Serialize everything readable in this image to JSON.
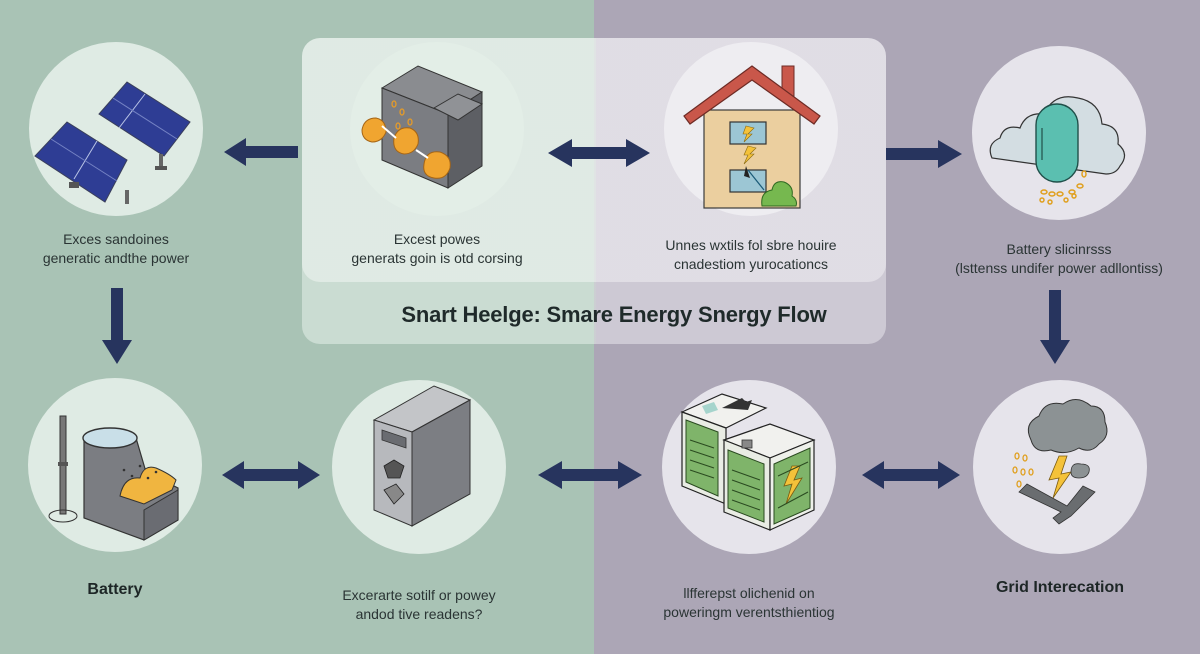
{
  "title": "Snart Heelge: Smare Energy Snergy Flow",
  "colors": {
    "bg_left": "#a9c3b5",
    "bg_right": "#aca6b6",
    "arrow": "#27345e",
    "accent_orange": "#f0a530",
    "accent_teal": "#5bbfb0",
    "accent_green": "#7fb46a",
    "roof_red": "#c9574a",
    "bolt_yellow": "#f4c23a"
  },
  "nodes": [
    {
      "id": "solar",
      "icon": "solar-panel-icon",
      "label_lines": [
        "Exces sandoines",
        "generatic andthe power"
      ]
    },
    {
      "id": "inverter",
      "icon": "inverter-icon",
      "label_lines": [
        "Excest powes",
        "generats goin is otd corsing"
      ]
    },
    {
      "id": "house",
      "icon": "house-icon",
      "label_lines": [
        "Unnes wxtils fol sbre houire",
        "cnadestiom yurocationcs"
      ]
    },
    {
      "id": "battery-cloud",
      "icon": "cloud-battery-icon",
      "label_lines": [
        "Battery slicinrsss",
        "(lsttenss undifer power adllontiss)"
      ]
    },
    {
      "id": "battery",
      "icon": "battery-icon",
      "label_lines": [
        "Battery"
      ]
    },
    {
      "id": "storage-unit",
      "icon": "storage-cabinet-icon",
      "label_lines": [
        "Excerarte sotilf or powey",
        "andod tive readens?"
      ]
    },
    {
      "id": "battery-packs",
      "icon": "battery-pack-icon",
      "label_lines": [
        "llfferepst olichenid on",
        "poweringm verentsthientiog"
      ]
    },
    {
      "id": "grid",
      "icon": "grid-storm-icon",
      "label_lines": [
        "Grid Interecation"
      ]
    }
  ],
  "arrows": [
    {
      "from": "inverter",
      "to": "solar",
      "direction": "left"
    },
    {
      "from": "inverter",
      "to": "house",
      "direction": "both"
    },
    {
      "from": "house",
      "to": "battery-cloud",
      "direction": "right"
    },
    {
      "from": "solar",
      "to": "battery",
      "direction": "down"
    },
    {
      "from": "battery-cloud",
      "to": "grid",
      "direction": "down"
    },
    {
      "from": "battery",
      "to": "storage-unit",
      "direction": "both"
    },
    {
      "from": "storage-unit",
      "to": "battery-packs",
      "direction": "both"
    },
    {
      "from": "grid",
      "to": "battery-packs",
      "direction": "both"
    }
  ]
}
